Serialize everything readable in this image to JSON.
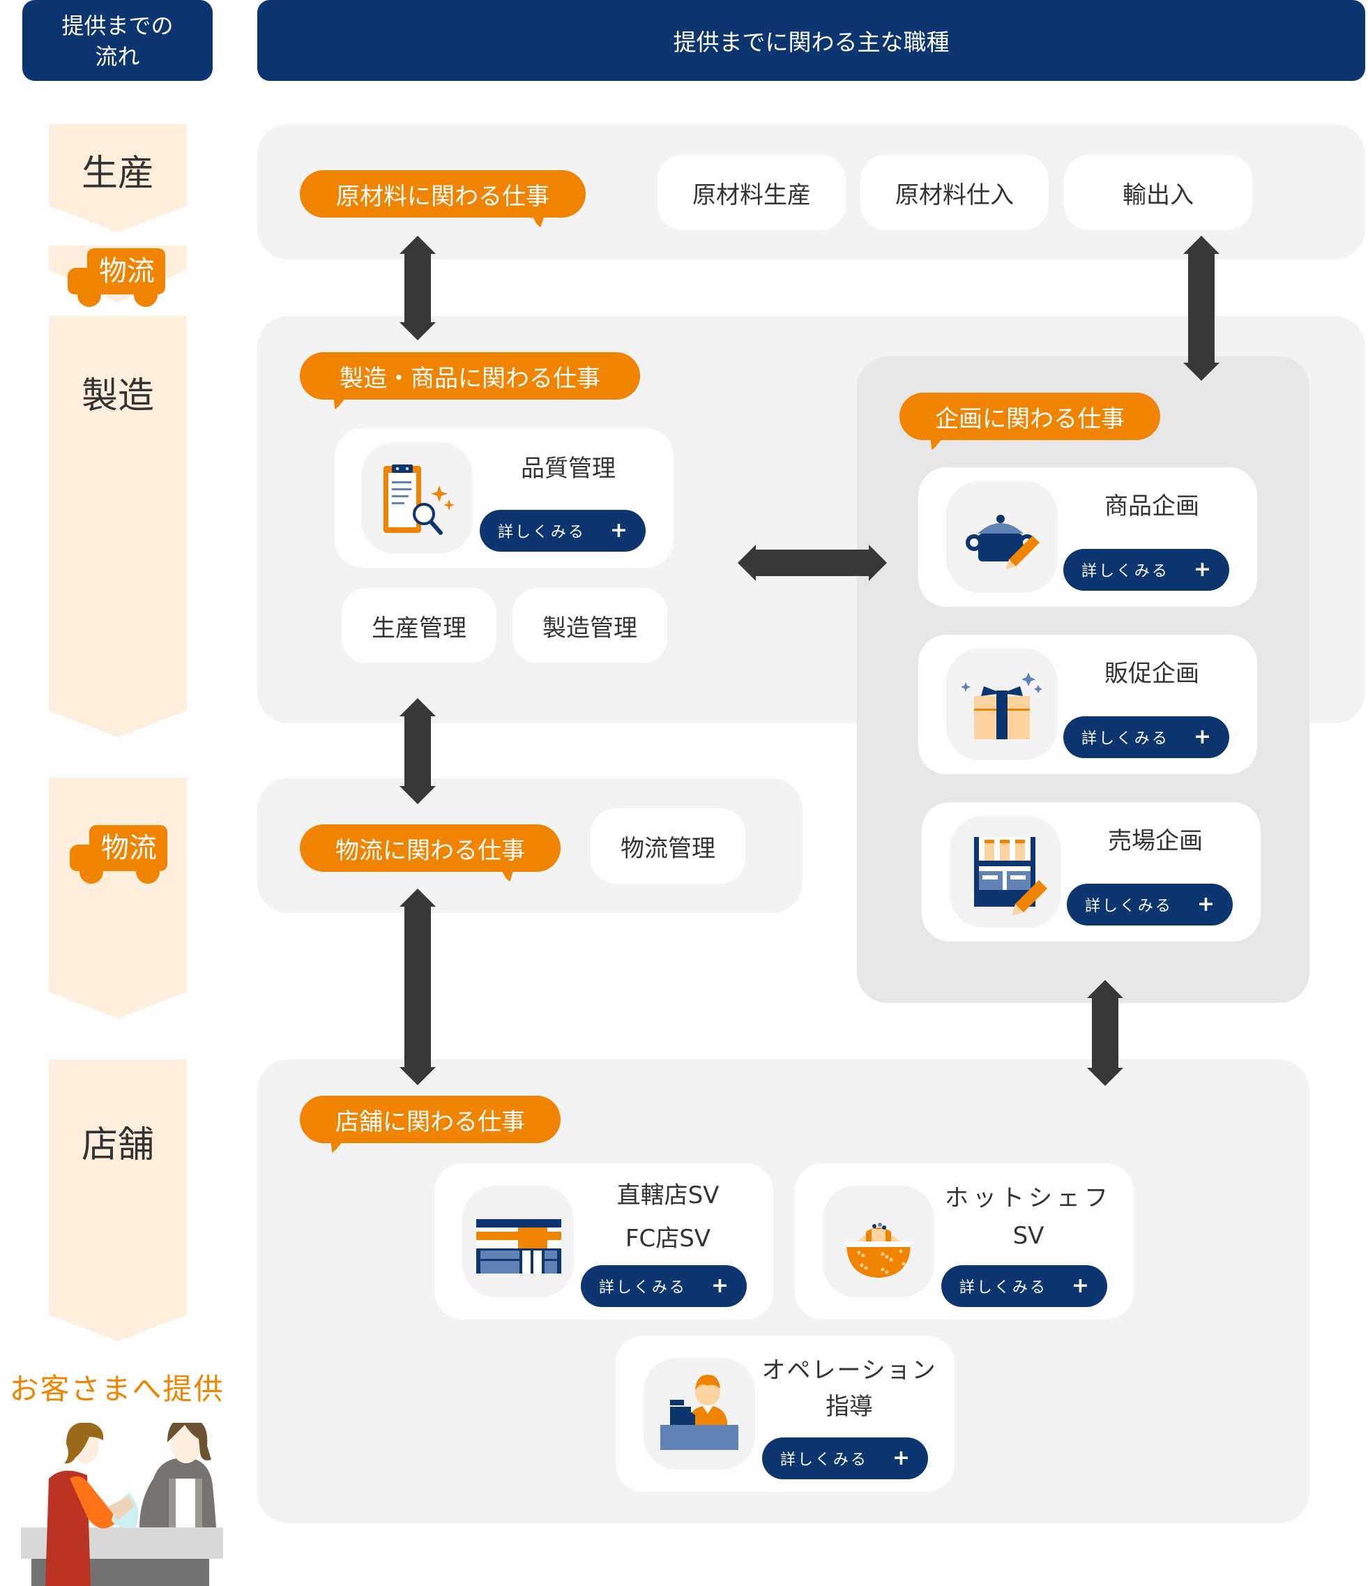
{
  "header": {
    "flow_title": "提供までの\n流れ",
    "flow_title_line1": "提供までの",
    "flow_title_line2": "流れ",
    "jobs_title": "提供までに関わる主な職種"
  },
  "stages": {
    "production": "生産",
    "logistics_small": "物流",
    "manufacturing": "製造",
    "logistics": "物流",
    "store": "店舗",
    "customer": "お客さまへ提供"
  },
  "raw_materials": {
    "bubble": "原材料に関わる仕事",
    "pills": [
      "原材料生産",
      "原材料仕入",
      "輸出入"
    ]
  },
  "manufacturing": {
    "bubble": "製造・商品に関わる仕事",
    "card": {
      "title": "品質管理",
      "icon": "clipboard-magnifier-icon",
      "button": "詳しくみる"
    },
    "pills": [
      "生産管理",
      "製造管理"
    ]
  },
  "planning": {
    "bubble": "企画に関わる仕事",
    "cards": [
      {
        "title": "商品企画",
        "icon": "pot-pencil-icon",
        "button": "詳しくみる"
      },
      {
        "title": "販促企画",
        "icon": "gift-box-icon",
        "button": "詳しくみる"
      },
      {
        "title": "売場企画",
        "icon": "shelf-pencil-icon",
        "button": "詳しくみる"
      }
    ]
  },
  "logistics": {
    "bubble": "物流に関わる仕事",
    "pills": [
      "物流管理"
    ]
  },
  "store": {
    "bubble": "店舗に関わる仕事",
    "cards": [
      {
        "title_line1": "直轄店SV",
        "title_line2": "FC店SV",
        "icon": "storefront-icon",
        "button": "詳しくみる"
      },
      {
        "title_line1": "ホットシェフ",
        "title_line2": "SV",
        "icon": "food-bowl-icon",
        "button": "詳しくみる"
      },
      {
        "title_line1": "オペレーション",
        "title_line2": "指導",
        "icon": "cashier-icon",
        "button": "詳しくみる"
      }
    ]
  },
  "colors": {
    "navy": "#0d3570",
    "orange": "#f08300",
    "stage_bg": "#feeedd",
    "panel_bg": "#f3f3f3",
    "planning_bg": "#e7e7e7",
    "arrow": "#383838"
  }
}
